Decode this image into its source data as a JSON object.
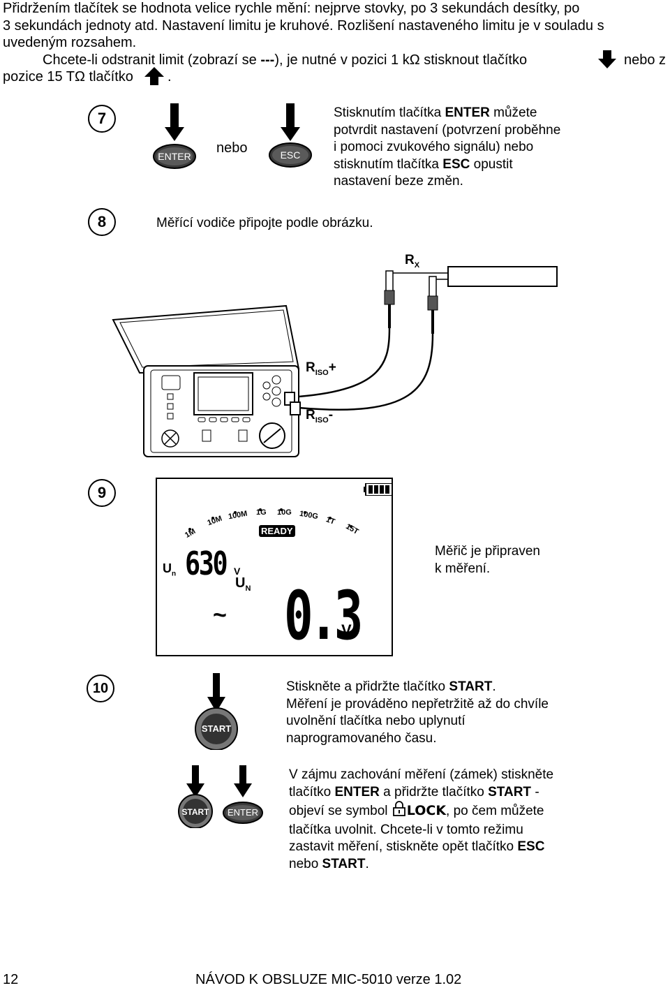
{
  "intro": {
    "line1": "Přidržením tlačítek se hodnota velice rychle mění: nejprve stovky, po 3 sekundách desítky, po",
    "line2": "3 sekundách jednoty atd. Nastavení limitu je kruhové. Rozlišení nastaveného limitu je v souladu s",
    "line3": "uvedeným rozsahem.",
    "line4a": "Chcete-li odstranit limit (zobrazí se ",
    "line4dash": "---",
    "line4b": "), je nutné v pozici 1 kΩ stisknout tlačítko",
    "line4c": "nebo z",
    "line5a": "pozice 15 TΩ tlačítko",
    "line5b": "."
  },
  "step7": {
    "number": "7",
    "enter_label": "ENTER",
    "or_label": "nebo",
    "esc_label": "ESC",
    "text_l1a": "Stisknutím tlačítka ",
    "text_l1b": "ENTER",
    "text_l1c": " můžete",
    "text_l2": "potvrdit nastavení (potvrzení proběhne",
    "text_l3": "i pomoci zvukového signálu) nebo",
    "text_l4a": "stisknutím tlačítka ",
    "text_l4b": "ESC",
    "text_l4c": " opustit",
    "text_l5": "nastavení beze změn."
  },
  "step8": {
    "number": "8",
    "text": "Měřící vodiče připojte podle obrázku.",
    "rx_label": "R",
    "rx_sub": "X",
    "riso_plus": "R",
    "riso_plus_sub": "ISO",
    "riso_plus_sign": "+",
    "riso_minus": "R",
    "riso_minus_sub": "ISO",
    "riso_minus_sign": "-"
  },
  "step9": {
    "number": "9",
    "scale": [
      "1M",
      "10M",
      "100M",
      "1G",
      "10G",
      "100G",
      "1T",
      "15T"
    ],
    "ready": "READY",
    "un_label": "U",
    "un_sub": "n",
    "voltage": "630",
    "voltage_unit": "V",
    "uN_label": "U",
    "uN_sub": "N",
    "ac_symbol": "~",
    "reading": "0.3",
    "reading_unit": "V",
    "text_l1": "Měřič je připraven",
    "text_l2": "k měření."
  },
  "step10": {
    "number": "10",
    "start_label": "START",
    "text_l1a": "Stiskněte a přidržte tlačítko ",
    "text_l1b": "START",
    "text_l1c": ".",
    "text_l2": "Měření je prováděno nepřetržitě až do chvíle",
    "text_l3": "uvolnění tlačítka nebo uplynutí",
    "text_l4": "naprogramovaného času.",
    "lock_start_label": "START",
    "lock_enter_label": "ENTER",
    "lock_l1": "V zájmu zachování měření (zámek) stiskněte",
    "lock_l2a": "tlačítko ",
    "lock_l2b": "ENTER",
    "lock_l2c": " a přidržte tlačítko ",
    "lock_l2d": "START",
    "lock_l2e": " -",
    "lock_l3a": "objeví se symbol ",
    "lock_l3b": "LOCK",
    "lock_l3c": ", po čem můžete",
    "lock_l4": "tlačítka uvolnit. Chcete-li v tomto režimu",
    "lock_l5a": "zastavit měření, stiskněte opět tlačítko ",
    "lock_l5b": "ESC",
    "lock_l6a": "nebo ",
    "lock_l6b": "START",
    "lock_l6c": "."
  },
  "footer": {
    "page_number": "12",
    "title": "NÁVOD K OBSLUZE MIC-5010 verze 1.02"
  }
}
